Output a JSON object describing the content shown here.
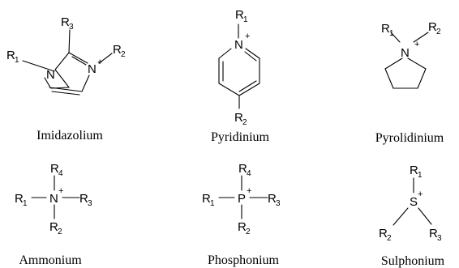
{
  "structures": [
    {
      "name": "Imidazolium",
      "atoms": {
        "n1": "N",
        "n2": "N"
      },
      "substituents": {
        "r1": {
          "base": "R",
          "sub": "1"
        },
        "r2": {
          "base": "R",
          "sub": "2"
        },
        "r3": {
          "base": "R",
          "sub": "3"
        }
      },
      "charge": "+"
    },
    {
      "name": "Pyridinium",
      "atoms": {
        "n": "N"
      },
      "substituents": {
        "r1": {
          "base": "R",
          "sub": "1"
        },
        "r2": {
          "base": "R",
          "sub": "2"
        }
      },
      "charge": "+"
    },
    {
      "name": "Pyrolidinium",
      "atoms": {
        "n": "N"
      },
      "substituents": {
        "r1": {
          "base": "R",
          "sub": "1"
        },
        "r2": {
          "base": "R",
          "sub": "2"
        }
      },
      "charge": "+"
    },
    {
      "name": "Ammonium",
      "atoms": {
        "center": "N"
      },
      "substituents": {
        "r1": {
          "base": "R",
          "sub": "1"
        },
        "r2": {
          "base": "R",
          "sub": "2"
        },
        "r3": {
          "base": "R",
          "sub": "3"
        },
        "r4": {
          "base": "R",
          "sub": "4"
        }
      },
      "charge": "+"
    },
    {
      "name": "Phosphonium",
      "atoms": {
        "center": "P"
      },
      "substituents": {
        "r1": {
          "base": "R",
          "sub": "1"
        },
        "r2": {
          "base": "R",
          "sub": "2"
        },
        "r3": {
          "base": "R",
          "sub": "3"
        },
        "r4": {
          "base": "R",
          "sub": "4"
        }
      },
      "charge": "+"
    },
    {
      "name": "Sulphonium",
      "atoms": {
        "center": "S"
      },
      "substituents": {
        "r1": {
          "base": "R",
          "sub": "1"
        },
        "r2": {
          "base": "R",
          "sub": "2"
        },
        "r3": {
          "base": "R",
          "sub": "3"
        }
      },
      "charge": "+"
    }
  ]
}
